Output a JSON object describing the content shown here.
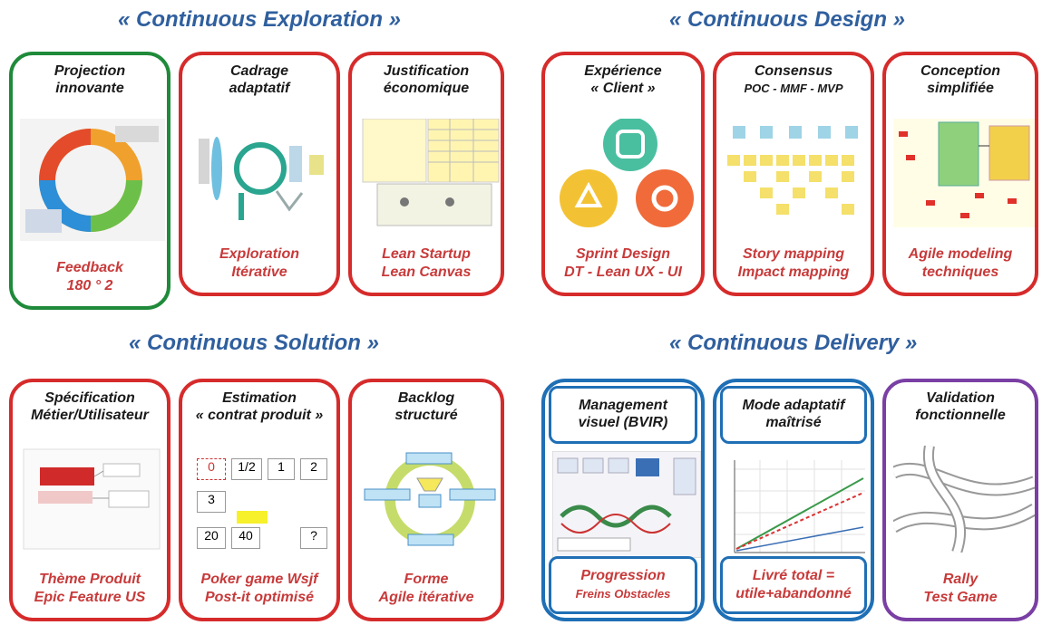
{
  "sections": {
    "exploration": "« Continuous Exploration »",
    "design": "« Continuous Design »",
    "solution": "« Continuous Solution »",
    "delivery": "« Continuous Delivery »"
  },
  "cards": [
    {
      "top1": "Projection",
      "top2": "innovante",
      "bottom1": "Feedback",
      "bottom2": "180 ° 2"
    },
    {
      "top1": "Cadrage",
      "top2": "adaptatif",
      "bottom1": "Exploration",
      "bottom2": "Itérative"
    },
    {
      "top1": "Justification",
      "top2": "économique",
      "bottom1": "Lean Startup",
      "bottom2": "Lean Canvas"
    },
    {
      "top1": "Expérience",
      "top2": "« Client »",
      "bottom1": "Sprint Design",
      "bottom2": "DT - Lean UX - UI"
    },
    {
      "top1": "Consensus",
      "top2": "POC - MMF - MVP",
      "bottom1": "Story mapping",
      "bottom2": "Impact mapping"
    },
    {
      "top1": "Conception",
      "top2": "simplifiée",
      "bottom1": "Agile modeling",
      "bottom2": "techniques"
    },
    {
      "top1": "Spécification",
      "top2": "Métier/Utilisateur",
      "bottom1": "Thème Produit",
      "bottom2": "Epic Feature US"
    },
    {
      "top1": "Estimation",
      "top2": "« contrat produit »",
      "bottom1": "Poker game Wsjf",
      "bottom2": "Post-it optimisé"
    },
    {
      "top1": "Backlog",
      "top2": "structuré",
      "bottom1": "Forme",
      "bottom2": "Agile itérative"
    },
    {
      "top1": "Management",
      "top2": "visuel (BVIR)",
      "bottom1": "Progression",
      "bottom2": "Freins Obstacles"
    },
    {
      "top1": "Mode adaptatif",
      "top2": "maîtrisé",
      "bottom1": "Livré total =",
      "bottom2": "utile+abandonné"
    },
    {
      "top1": "Validation",
      "top2": "fonctionnelle",
      "bottom1": "Rally",
      "bottom2": "Test Game"
    }
  ],
  "poker_cards": [
    "0",
    "1/2",
    "1",
    "2",
    "3",
    "20",
    "40",
    "?"
  ],
  "colors": {
    "red": "#d62b2b",
    "green": "#1f8a3a",
    "blue": "#1f6fb5",
    "purple": "#7a3fa4",
    "title": "#2f5f9e"
  }
}
